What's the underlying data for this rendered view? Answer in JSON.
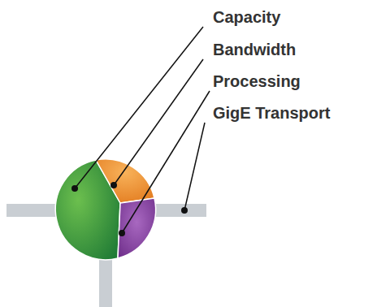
{
  "diagram": {
    "labels": [
      "Capacity",
      "Bandwidth",
      "Processing",
      "GigE Transport"
    ]
  }
}
